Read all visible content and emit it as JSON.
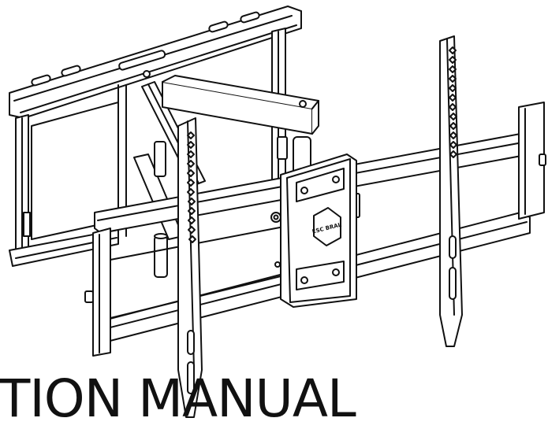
{
  "document": {
    "title_fragment": "TION MANUAL"
  },
  "illustration": {
    "subject": "tv-wall-mount-bracket",
    "logo_text": "ESC BRAL",
    "line_color": "#111111",
    "fill_color": "#ffffff"
  }
}
